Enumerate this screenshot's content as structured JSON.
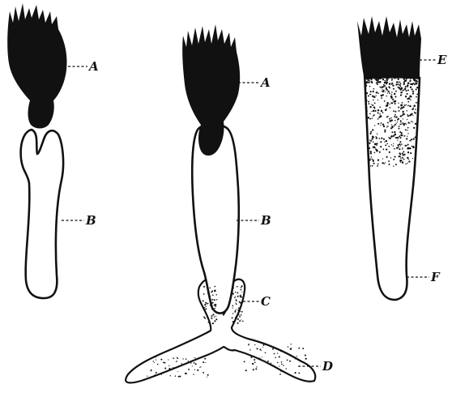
{
  "figure": {
    "labels": {
      "a1": "A",
      "b1": "B",
      "a2": "A",
      "b2": "B",
      "c": "C",
      "d": "D",
      "e": "E",
      "f": "F"
    }
  },
  "colors": {
    "ink": "#111111",
    "paper": "#ffffff"
  }
}
